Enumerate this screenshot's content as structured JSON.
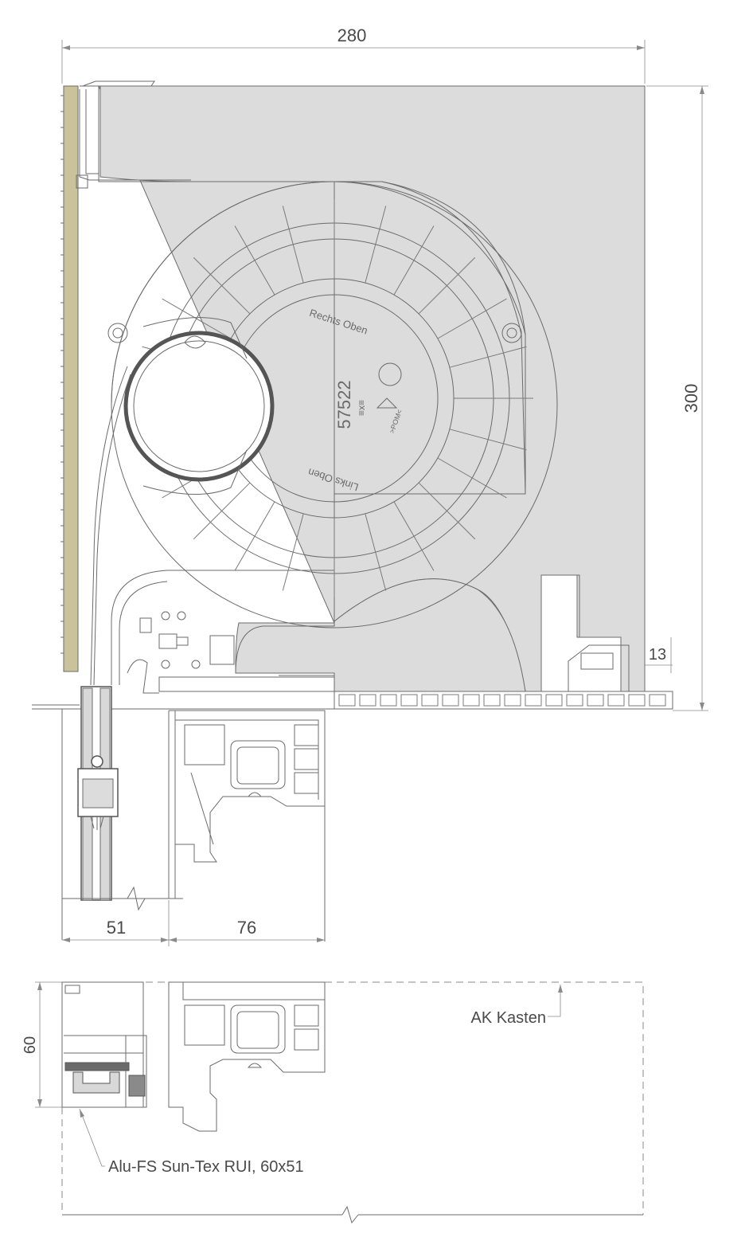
{
  "dimensions": {
    "top_width": "280",
    "right_height": "300",
    "small_right": "13",
    "bottom_left": "51",
    "bottom_right": "76",
    "section_height": "60"
  },
  "drum_labels": {
    "top": "Rechts Oben",
    "bottom": "Links Oben",
    "part_number": "57522",
    "material": ">POM<"
  },
  "callouts": {
    "box": "AK Kasten",
    "guide_rail": "Alu-FS Sun-Tex RUI, 60x51"
  },
  "colors": {
    "box_fill": "#dcdcdc",
    "insulation_fill": "#c9c29a",
    "line": "#6b6b6b"
  }
}
